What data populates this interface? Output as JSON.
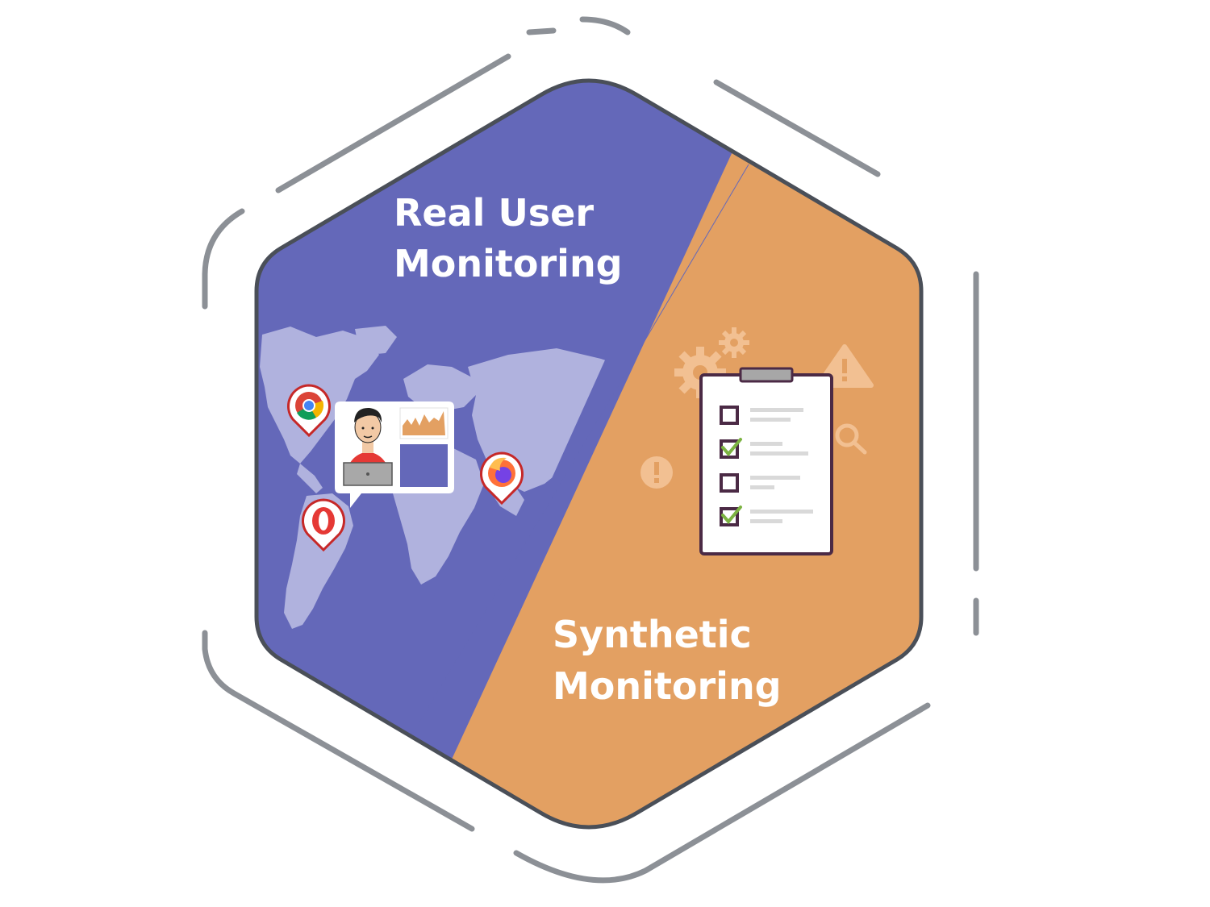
{
  "rum": {
    "line1": "Real User",
    "line2": "Monitoring"
  },
  "synthetic": {
    "line1": "Synthetic",
    "line2": "Monitoring"
  },
  "colors": {
    "rum_bg": "#6468b9",
    "synthetic_bg": "#e3a062",
    "outline": "#4a4f58",
    "dashed_frame": "#8c9096",
    "map": "#b0b2de",
    "clipboard_border": "#4b2a45",
    "check": "#7cb342"
  },
  "icons": {
    "browser_pins": [
      "chrome-icon",
      "opera-icon",
      "firefox-icon"
    ],
    "synthetic_decor": [
      "gear-icon",
      "warning-icon",
      "search-icon",
      "alert-icon"
    ]
  },
  "clipboard": {
    "items": [
      {
        "checked": false
      },
      {
        "checked": true
      },
      {
        "checked": false
      },
      {
        "checked": true
      }
    ]
  }
}
